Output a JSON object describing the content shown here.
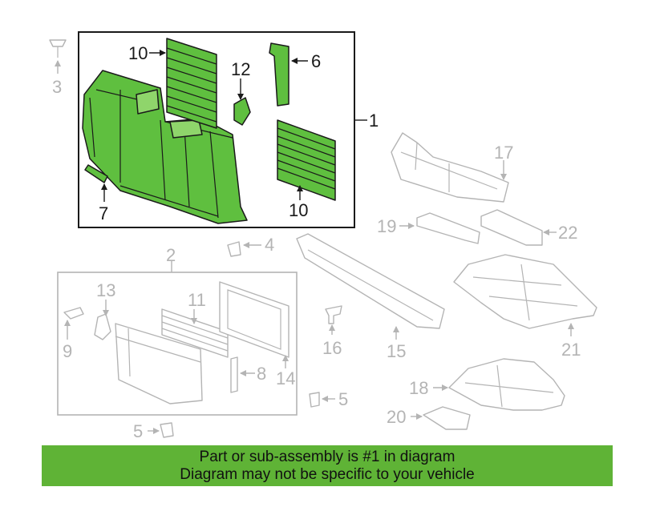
{
  "colors": {
    "highlight": "#5fbf3f",
    "highlight_light": "#8fd56b",
    "banner_bg": "#5fb336",
    "outline": "#1a1a1a",
    "ghost": "#b4b4b4"
  },
  "callouts": {
    "c1": "1",
    "c2": "2",
    "c3": "3",
    "c4": "4",
    "c5a": "5",
    "c5b": "5",
    "c6": "6",
    "c7": "7",
    "c8": "8",
    "c9": "9",
    "c10a": "10",
    "c10b": "10",
    "c11": "11",
    "c12": "12",
    "c13": "13",
    "c14": "14",
    "c15": "15",
    "c16": "16",
    "c17": "17",
    "c18": "18",
    "c19": "19",
    "c20": "20",
    "c21": "21",
    "c22": "22"
  },
  "banner": {
    "line1": "Part or sub-assembly is #1 in diagram",
    "line2": "Diagram may not be specific to your vehicle"
  }
}
